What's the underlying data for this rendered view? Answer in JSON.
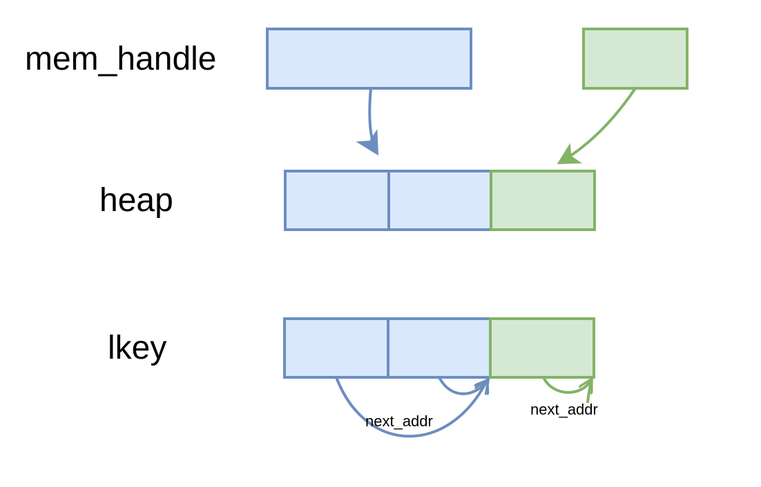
{
  "diagram": {
    "colors": {
      "blue_fill": "#dae8fc",
      "blue_stroke": "#6c8ebf",
      "green_fill": "#d5e8d4",
      "green_stroke": "#82b366"
    },
    "rows": [
      {
        "id": "mem_handle",
        "label": "mem_handle"
      },
      {
        "id": "heap",
        "label": "heap"
      },
      {
        "id": "lkey",
        "label": "lkey"
      }
    ],
    "edge_labels": {
      "lkey_blue_next": "next_addr",
      "lkey_green_next": "next_addr"
    }
  }
}
